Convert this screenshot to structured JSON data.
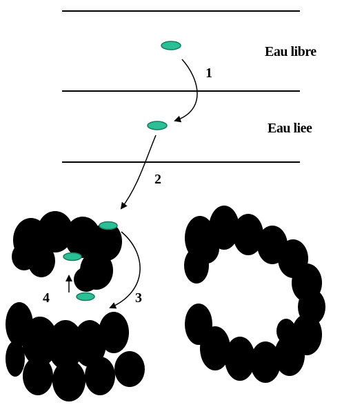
{
  "labels": {
    "free_water": "Eau libre",
    "bound_water": "Eau liee"
  },
  "steps": [
    "1",
    "2",
    "3",
    "4"
  ],
  "colors": {
    "background": "#ffffff",
    "molecule_fill": "#2bbf95",
    "molecule_stroke": "#1a7a60",
    "particle_fill": "#000000",
    "line": "#000000"
  }
}
